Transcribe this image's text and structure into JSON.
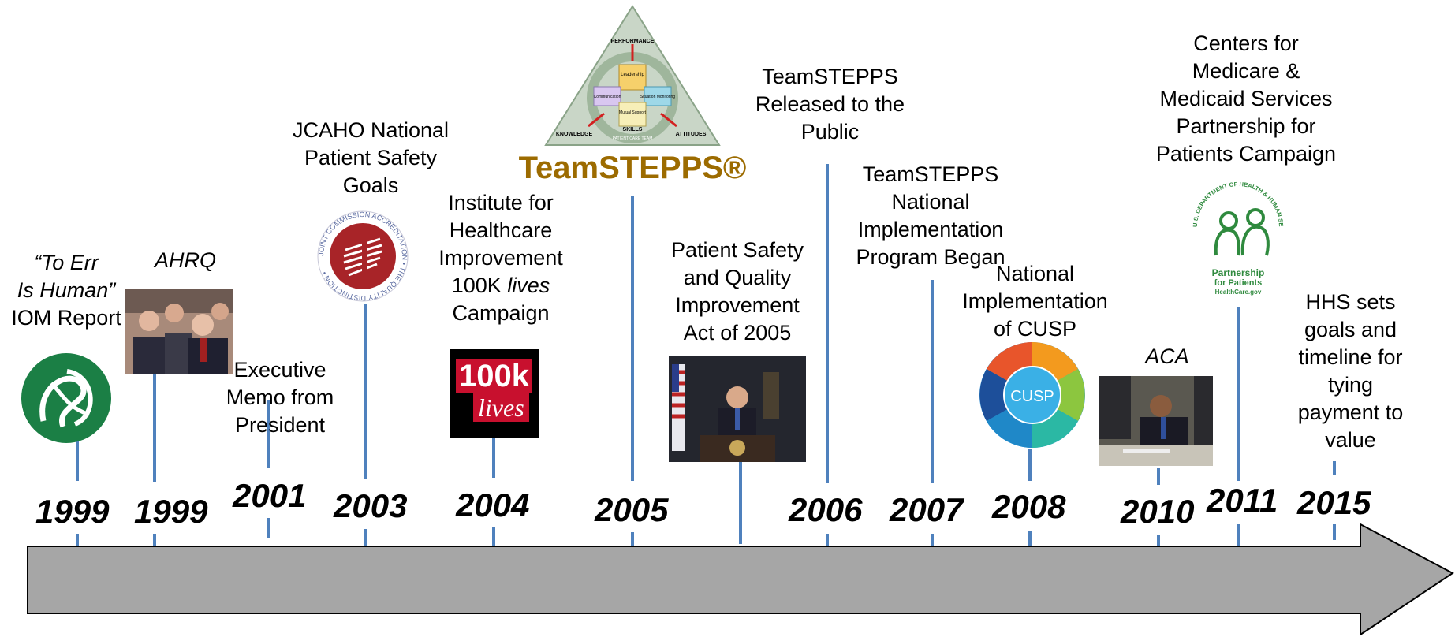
{
  "title_brand": "TeamSTEPPS®",
  "triangle": {
    "top": "PERFORMANCE",
    "left": "KNOWLEDGE",
    "bottom": "SKILLS",
    "right": "ATTITUDES",
    "ring": "PATIENT CARE TEAM",
    "quad_top": "Leadership",
    "quad_left": "Communication",
    "quad_right": "Situation Monitoring",
    "quad_bottom": "Mutual Support"
  },
  "years": [
    "1999",
    "1999",
    "2001",
    "2003",
    "2004",
    "2005",
    "2006",
    "2007",
    "2008",
    "2010",
    "2011",
    "2015"
  ],
  "events": {
    "iom": [
      "“To Err",
      "Is Human”",
      "IOM Report"
    ],
    "ahrq": "AHRQ",
    "exec": [
      "Executive",
      "Memo from",
      "President"
    ],
    "jcaho": [
      "JCAHO National",
      "Patient Safety",
      "Goals"
    ],
    "ihi": [
      "Institute for",
      "Healthcare",
      "Improvement",
      "100K ",
      "lives",
      "Campaign"
    ],
    "psqia": [
      "Patient Safety",
      "and Quality",
      "Improvement",
      "Act of 2005"
    ],
    "released": [
      "TeamSTEPPS",
      "Released to the",
      "Public"
    ],
    "nip": [
      "TeamSTEPPS",
      "National",
      "Implementation",
      "Program Began"
    ],
    "cusp": [
      "National",
      "Implementation",
      "of CUSP"
    ],
    "aca": "ACA",
    "cms": [
      "Centers for",
      "Medicare &",
      "Medicaid Services",
      "Partnership for",
      "Patients Campaign"
    ],
    "hhs": [
      "HHS sets",
      "goals and",
      "timeline for",
      "tying",
      "payment to",
      "value"
    ]
  },
  "logos": {
    "lives_100k": "100k",
    "lives_word": "lives",
    "cusp": "CUSP",
    "jcaho_ring": "JOINT COMMISSION ACCREDITATION • THE QUALITY DISTINCTION •",
    "pfp_ring": "U.S. DEPARTMENT OF HEALTH & HUMAN SERVICES",
    "pfp_line1": "Partnership",
    "pfp_line2": "for Patients",
    "pfp_url": "HealthCare.gov"
  },
  "colors": {
    "line": "#4f81bd",
    "arrow": "#a6a6a6",
    "brand": "#9c6b00"
  }
}
